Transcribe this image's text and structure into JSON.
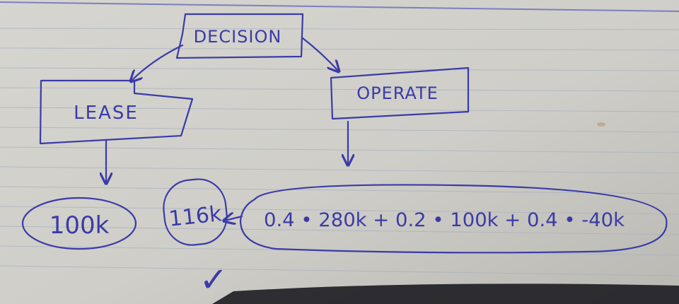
{
  "diagram": {
    "root": {
      "label": "DECISION"
    },
    "options": [
      {
        "label": "LEASE",
        "value": "100k"
      },
      {
        "label": "OPERATE",
        "value": "116k",
        "expression": "0.4 • 280k + 0.2 • 100k + 0.4 • -40k"
      }
    ],
    "selected_mark": "✓"
  },
  "colors": {
    "ink": "#3a3ba8",
    "paper": "#d8d7d0",
    "rule_line": "#aab3c4",
    "margin_line": "#7d7fbf",
    "shadow": "#1c1c22"
  }
}
